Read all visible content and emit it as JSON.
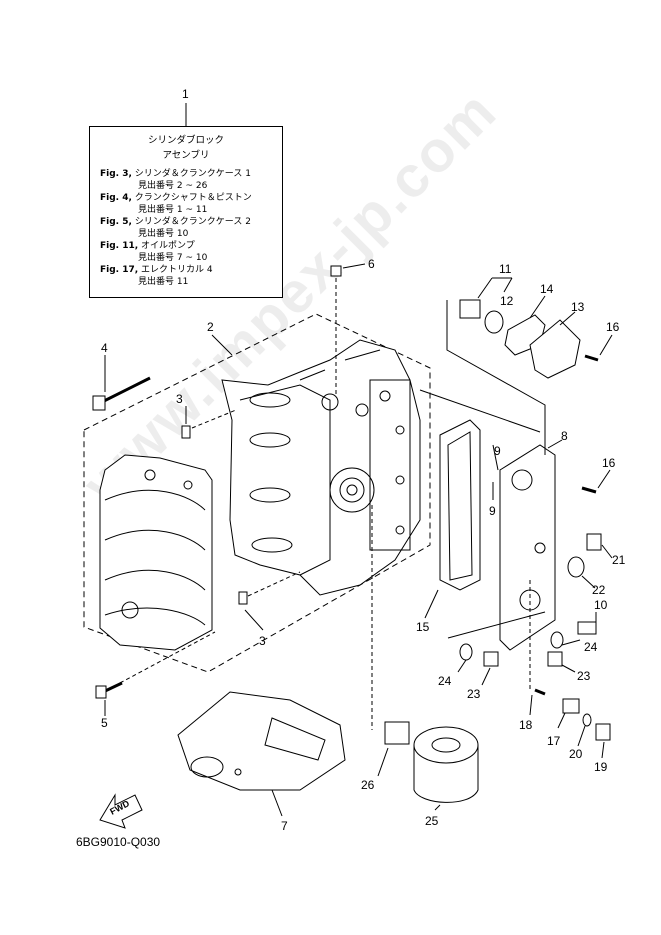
{
  "reference_box": {
    "title_line1": "シリンダブロック",
    "title_line2": "アセンブリ",
    "entries": [
      {
        "fig": "Fig. 3,",
        "text": "シリンダ＆クランクケース 1",
        "sub": "見出番号 2 ~ 26"
      },
      {
        "fig": "Fig. 4,",
        "text": "クランクシャフト＆ピストン",
        "sub": "見出番号 1 ~ 11"
      },
      {
        "fig": "Fig. 5,",
        "text": "シリンダ＆クランクケース 2",
        "sub": "見出番号 10"
      },
      {
        "fig": "Fig. 11,",
        "text": "オイルポンプ",
        "sub": "見出番号 7 ~ 10"
      },
      {
        "fig": "Fig. 17,",
        "text": "エレクトリカル 4",
        "sub": "見出番号 11"
      }
    ]
  },
  "callouts": [
    "1",
    "2",
    "3",
    "3",
    "4",
    "5",
    "6",
    "7",
    "8",
    "9",
    "9",
    "10",
    "11",
    "12",
    "13",
    "14",
    "15",
    "16",
    "16",
    "17",
    "18",
    "19",
    "20",
    "21",
    "22",
    "23",
    "23",
    "24",
    "24",
    "25",
    "26"
  ],
  "fwd_label": "FWD",
  "watermark": "www.impex-jp.com",
  "doc_code": "6BG9010-Q030"
}
